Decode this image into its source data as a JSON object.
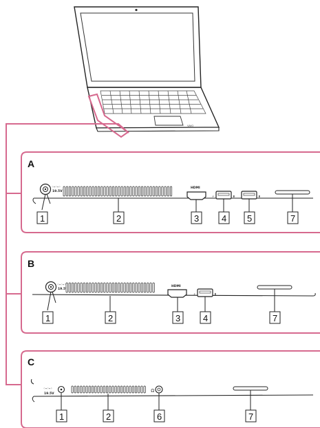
{
  "figure": {
    "laptop_label": "VAIO",
    "panels": [
      {
        "id": "A",
        "letter": "A",
        "callouts": [
          "1",
          "2",
          "3",
          "4",
          "5",
          "7"
        ]
      },
      {
        "id": "B",
        "letter": "B",
        "callouts": [
          "1",
          "2",
          "3",
          "4",
          "7"
        ]
      },
      {
        "id": "C",
        "letter": "C",
        "callouts": [
          "1",
          "2",
          "6",
          "7"
        ]
      }
    ],
    "port_text": {
      "dc_in": "19.5V",
      "hdmi": "HDMI"
    },
    "colors": {
      "accent": "#d6698e",
      "line": "#111111"
    }
  }
}
